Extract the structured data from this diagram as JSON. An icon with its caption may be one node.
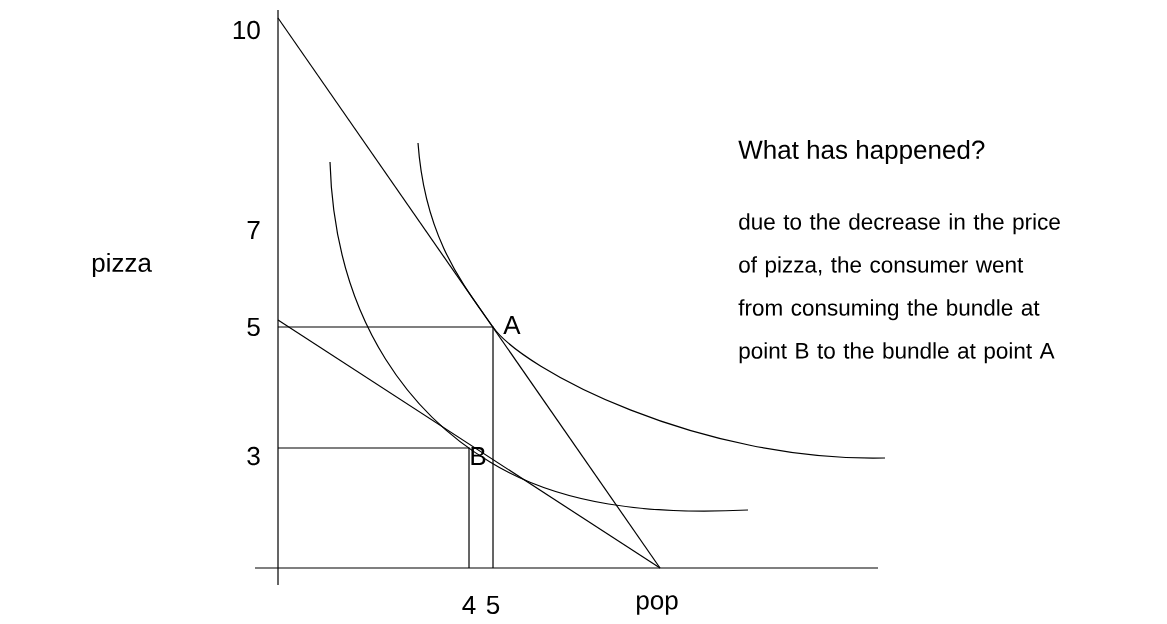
{
  "diagram": {
    "labels": [
      "10",
      "What has happened?",
      "7",
      "due to the decrease in the price of pizza, the consumer went from consuming the bundle at point B to the bundle at point A",
      "pizza",
      "5",
      "A",
      "3",
      "B",
      "4",
      "5",
      "pop"
    ]
  }
}
